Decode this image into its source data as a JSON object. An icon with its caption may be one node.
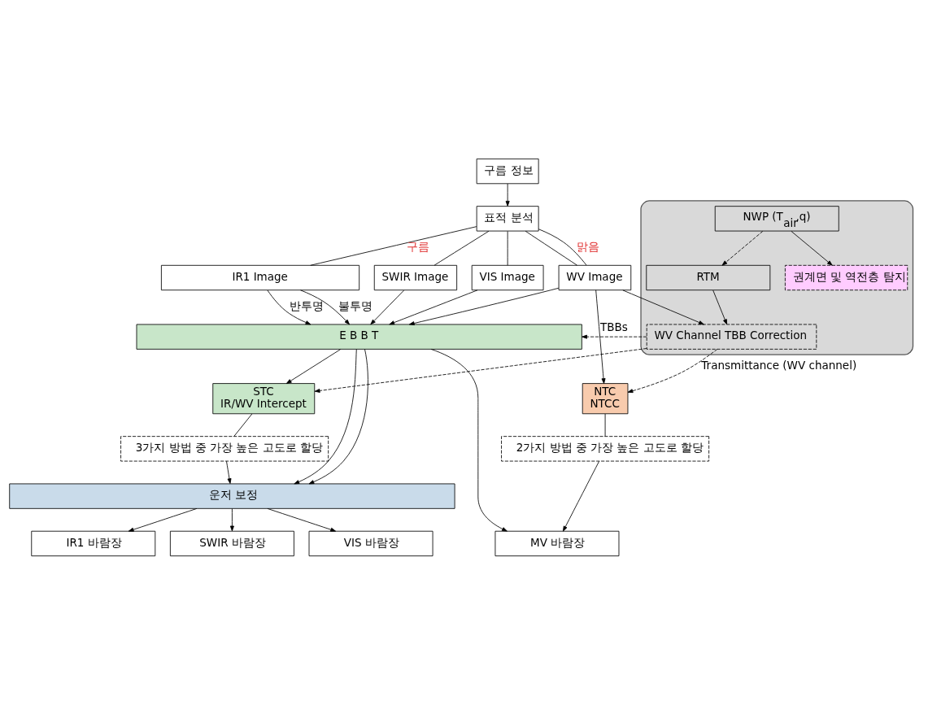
{
  "diagram": {
    "nodes": [
      {
        "text": [
          "구름 정보"
        ]
      },
      {
        "text": [
          "표적 분석"
        ]
      },
      {
        "text": [
          "IR1 Image"
        ]
      },
      {
        "text": [
          "SWIR Image"
        ]
      },
      {
        "text": [
          "VIS Image"
        ]
      },
      {
        "text": [
          "WV Image"
        ]
      },
      {
        "text": [
          "E B B T"
        ]
      },
      {
        "text": [
          "STC",
          "IR/WV Intercept"
        ]
      },
      {
        "text": [
          "NTC",
          "NTCC"
        ]
      },
      {
        "text": [],
        "shape": "box"
      },
      {
        "text": [
          "WV Channel TBB Correction"
        ],
        "in": 9
      },
      {
        "text": [
          "RTM"
        ],
        "in": 9
      },
      {
        "text": [
          "권계면 및 역전층 탐지"
        ],
        "in": 9
      },
      {
        "text": [
          "NWP (T$_{air}$,q)"
        ],
        "in": 9
      },
      {
        "text": [
          "3가지 방법 중 가장 높은 고도로 할당"
        ]
      },
      {
        "text": [
          "2가지 방법 중 가장 높은 고도로 할당"
        ]
      },
      {
        "text": [
          "운저 보정"
        ]
      },
      {
        "text": [
          "IR1 바람장"
        ]
      },
      {
        "text": [
          "SWIR 바람장"
        ]
      },
      {
        "text": [
          "VIS 바람장"
        ]
      },
      {
        "text": [
          "MV 바람장"
        ]
      }
    ],
    "edges": [
      {
        "from": 0,
        "to": 1,
        "arrow": "to"
      },
      {
        "from": 1,
        "to": 2,
        "arrow": "none",
        "label": "구름"
      },
      {
        "from": 1,
        "to": 3,
        "arrow": "none"
      },
      {
        "from": 1,
        "to": 4,
        "arrow": "none"
      },
      {
        "from": 1,
        "to": 5,
        "arrow": "none"
      },
      {
        "from": 1,
        "to": 5,
        "arrow": "none",
        "label": "맑음"
      },
      {
        "from": 2,
        "to": 6,
        "arrow": "to",
        "label": "반투명"
      },
      {
        "from": 2,
        "to": 6,
        "arrow": "to",
        "label": "불투명"
      },
      {
        "from": 3,
        "to": 6,
        "arrow": "to"
      },
      {
        "from": 4,
        "to": 6,
        "arrow": "to"
      },
      {
        "from": 5,
        "to": 6,
        "arrow": "to"
      },
      {
        "from": 5,
        "to": 8,
        "arrow": "to"
      },
      {
        "from": 5,
        "to": 10,
        "arrow": "to"
      },
      {
        "from": 6,
        "to": 7,
        "arrow": "to"
      },
      {
        "from": 10,
        "to": 6,
        "arrow": "to",
        "style": "dashed",
        "label": "TBBs"
      },
      {
        "from": 10,
        "to": 7,
        "arrow": "to",
        "style": "dashed"
      },
      {
        "from": 10,
        "to": 8,
        "arrow": "to",
        "style": "dashed",
        "label": "Transmittance (WV channel)"
      },
      {
        "from": 11,
        "to": 10,
        "arrow": "to"
      },
      {
        "from": 13,
        "to": 11,
        "arrow": "to",
        "style": "dashed"
      },
      {
        "from": 13,
        "to": 12,
        "arrow": "to"
      },
      {
        "from": 7,
        "to": 14,
        "arrow": "none"
      },
      {
        "from": 8,
        "to": 15,
        "arrow": "none"
      },
      {
        "from": 14,
        "to": 16,
        "arrow": "to"
      },
      {
        "from": 6,
        "to": 16,
        "arrow": "to"
      },
      {
        "from": 6,
        "to": 16,
        "arrow": "to"
      },
      {
        "from": 6,
        "to": 20,
        "arrow": "to"
      },
      {
        "from": 15,
        "to": 20,
        "arrow": "to"
      },
      {
        "from": 16,
        "to": 17,
        "arrow": "to"
      },
      {
        "from": 16,
        "to": 18,
        "arrow": "to"
      },
      {
        "from": 16,
        "to": 19,
        "arrow": "to"
      }
    ]
  }
}
